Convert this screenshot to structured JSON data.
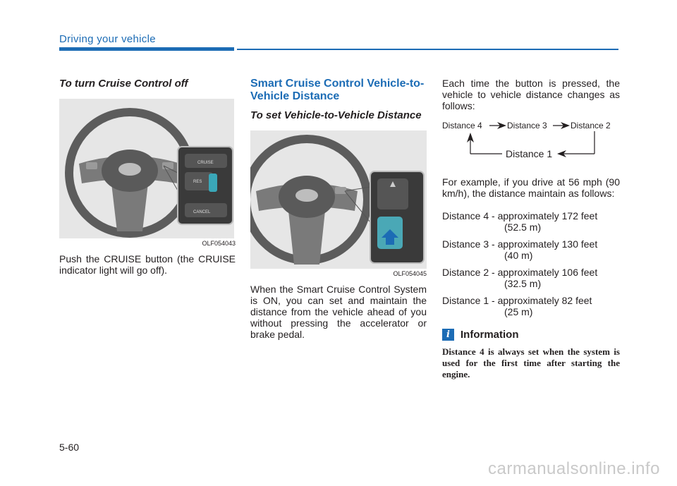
{
  "header": {
    "section_title": "Driving your vehicle"
  },
  "col1": {
    "heading": "To turn Cruise Control off",
    "figure_code": "OLF054043",
    "figure_labels": {
      "cruise": "CRUISE",
      "res": "RES",
      "cancel": "CANCEL"
    },
    "body": "Push the CRUISE button (the CRUISE indicator light will go off)."
  },
  "col2": {
    "heading": "Smart Cruise Control Vehicle-to-Vehicle Distance",
    "subheading": "To set Vehicle-to-Vehicle Distance",
    "figure_code": "OLF054045",
    "body": "When the Smart Cruise Control System is ON, you can set and maintain the distance from the vehicle ahead of you without pressing the accelerator or brake pedal."
  },
  "col3": {
    "intro": "Each time the button is pressed, the vehicle to vehicle distance changes as follows:",
    "diagram": {
      "d4": "Distance 4",
      "d3": "Distance 3",
      "d2": "Distance 2",
      "d1": "Distance 1"
    },
    "example": "For example, if you drive at 56 mph (90 km/h), the distance maintain as follows:",
    "distances": [
      {
        "main": "Distance 4 - approximately 172 feet",
        "sub": "(52.5 m)"
      },
      {
        "main": "Distance 3 - approximately 130 feet",
        "sub": "(40 m)"
      },
      {
        "main": "Distance 2 - approximately 106 feet",
        "sub": "(32.5 m)"
      },
      {
        "main": "Distance 1 - approximately 82 feet",
        "sub": "(25 m)"
      }
    ],
    "info_icon": "i",
    "info_title": "Information",
    "info_text": "Distance 4 is always set when the system is used for the first time after starting the engine."
  },
  "footer": {
    "page_number": "5-60",
    "watermark": "carmanualsonline.info"
  },
  "colors": {
    "accent": "#1c6cb5",
    "text": "#231f20"
  }
}
